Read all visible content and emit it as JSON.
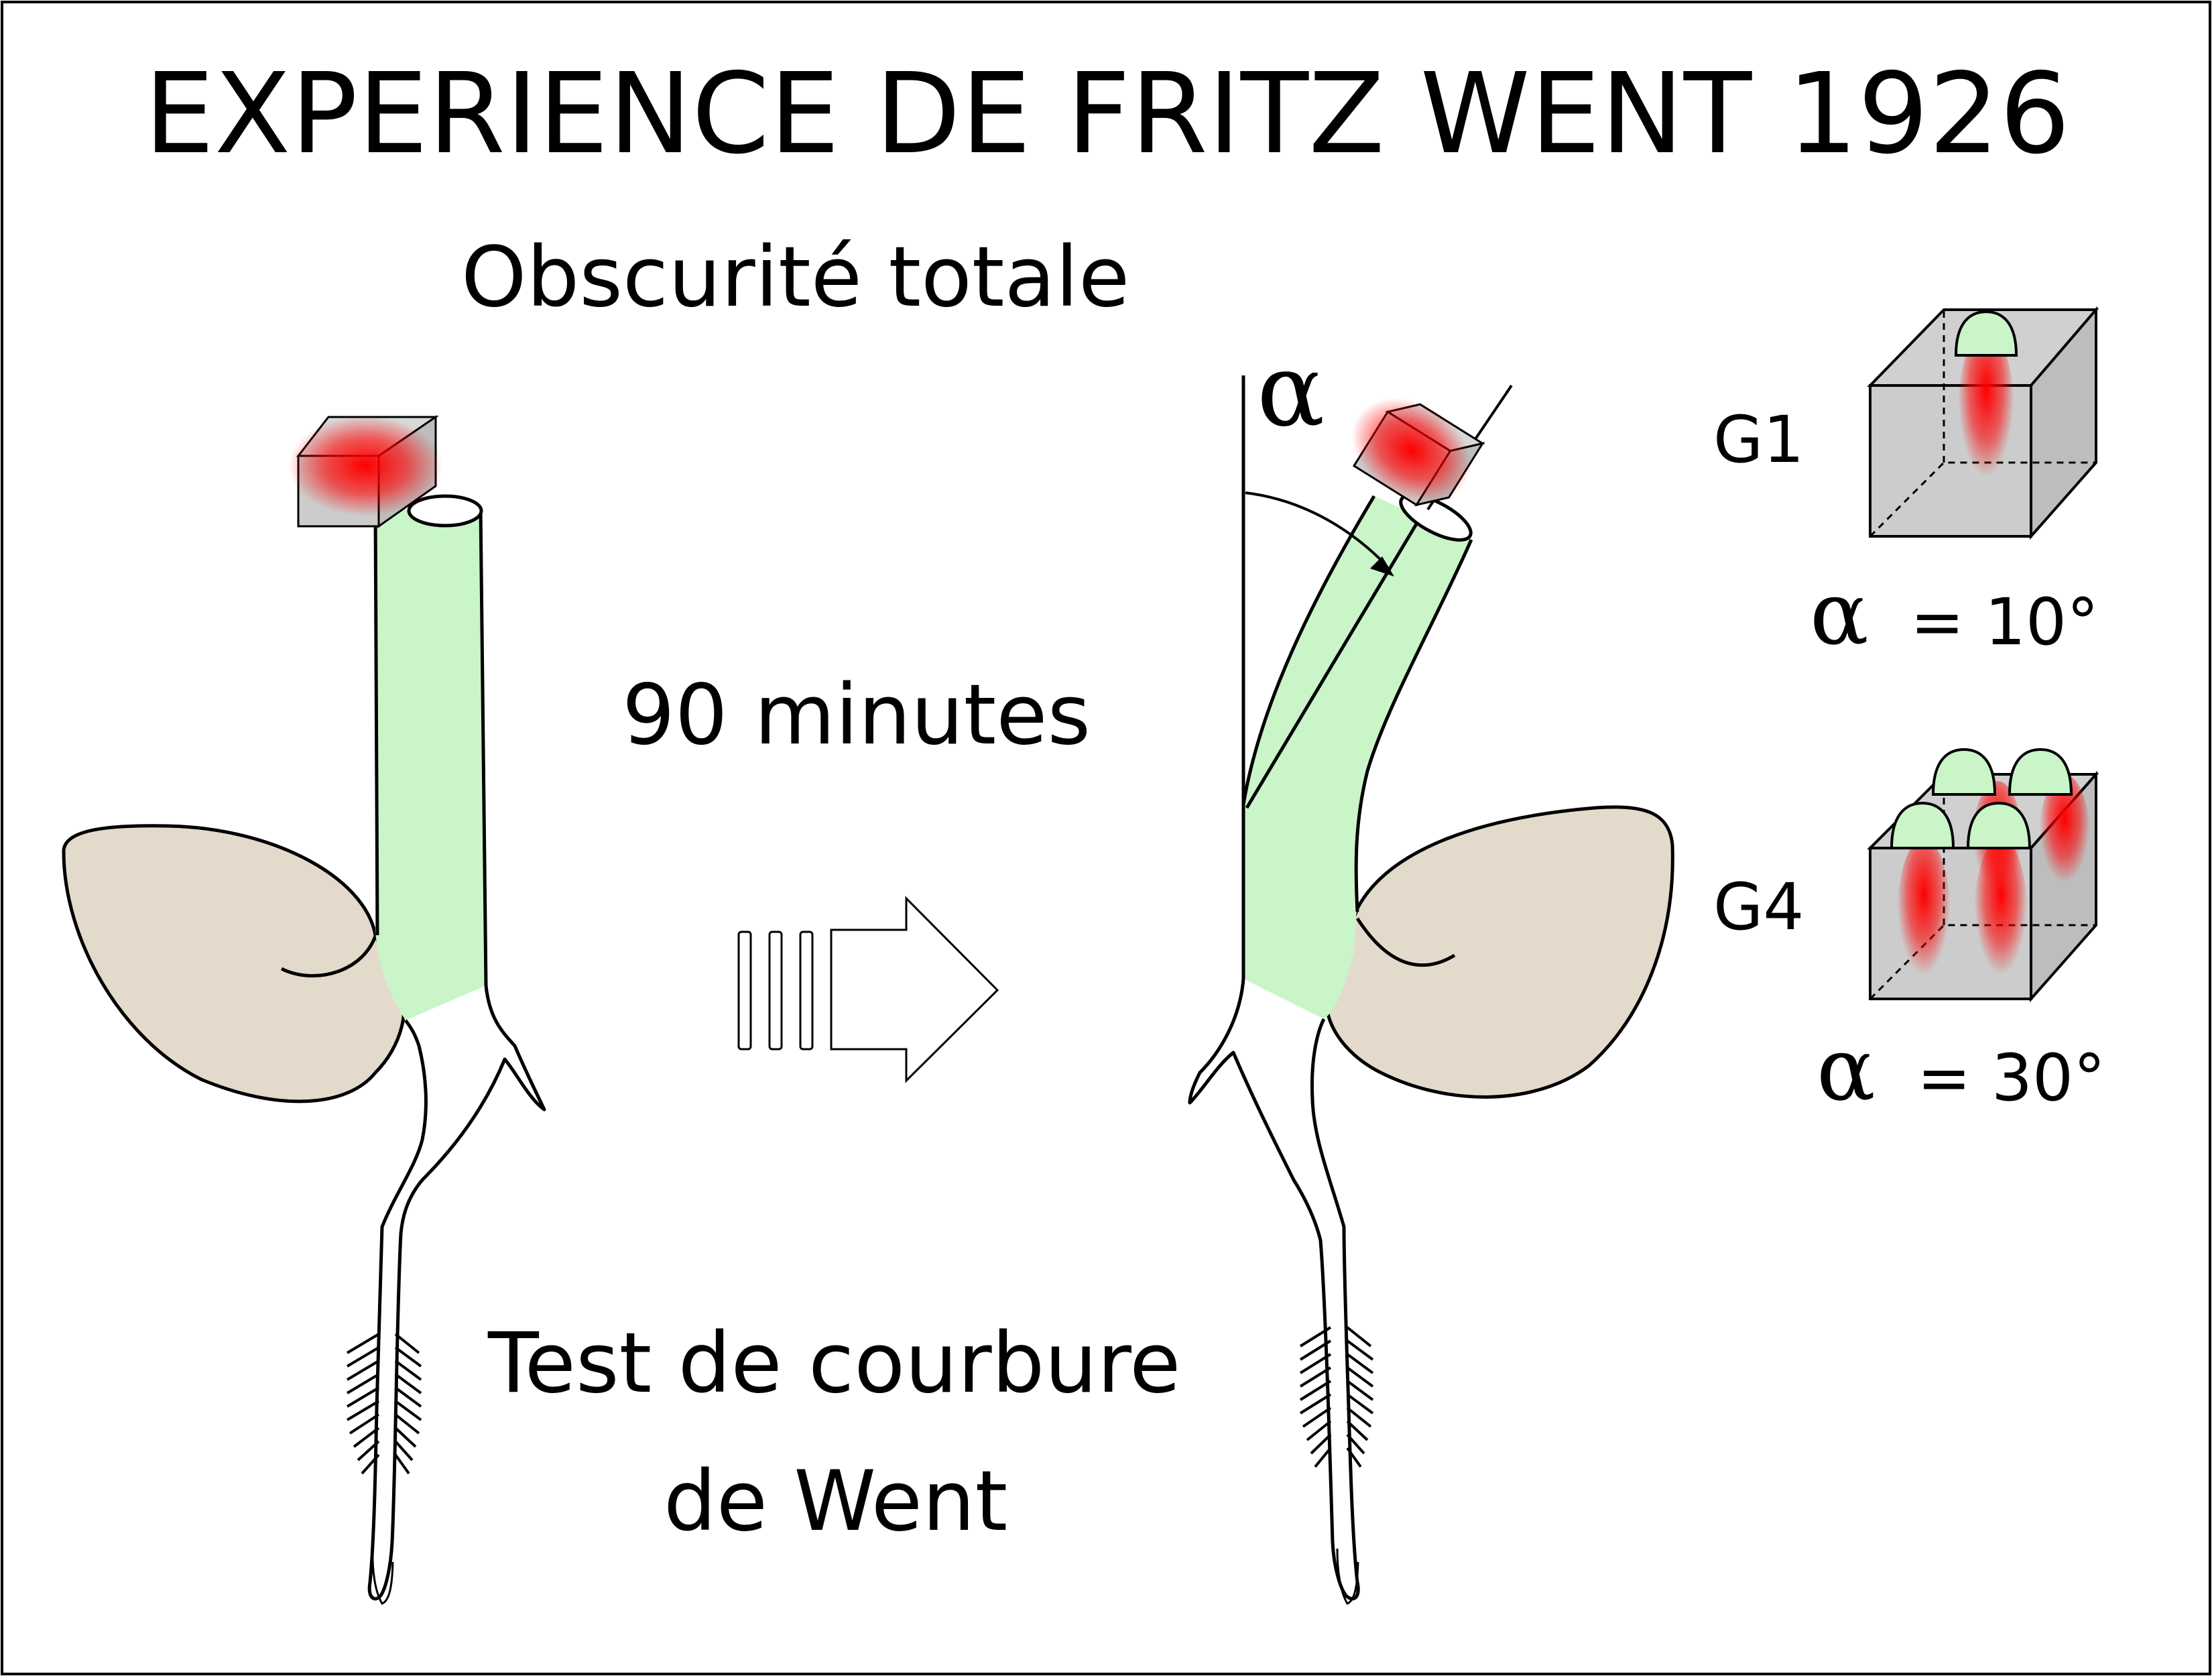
{
  "title": "EXPERIENCE DE FRITZ WENT 1926",
  "labels": {
    "darkness": "Obscurité totale",
    "duration": "90 minutes",
    "test_line1": "Test de courbure",
    "test_line2": "de Went"
  },
  "angle_symbol": "α",
  "results": [
    {
      "group": "G1",
      "alpha_symbol": "α",
      "alpha_value": "= 10°",
      "coleoptile_tips": 1
    },
    {
      "group": "G4",
      "alpha_symbol": "α",
      "alpha_value": "= 30°",
      "coleoptile_tips": 4
    }
  ],
  "colors": {
    "coleoptile": "#c9f5c9",
    "seed": "#e3dacb",
    "agar_block": "#cccccc",
    "auxin": "#ff0000",
    "outline": "#000000"
  }
}
